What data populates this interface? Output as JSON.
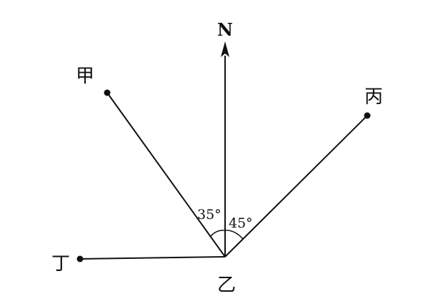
{
  "labels": {
    "north": "N",
    "jia": "甲",
    "bing": "丙",
    "ding": "丁",
    "yi": "乙"
  },
  "angles": {
    "left": "35°",
    "right": "45°"
  }
}
